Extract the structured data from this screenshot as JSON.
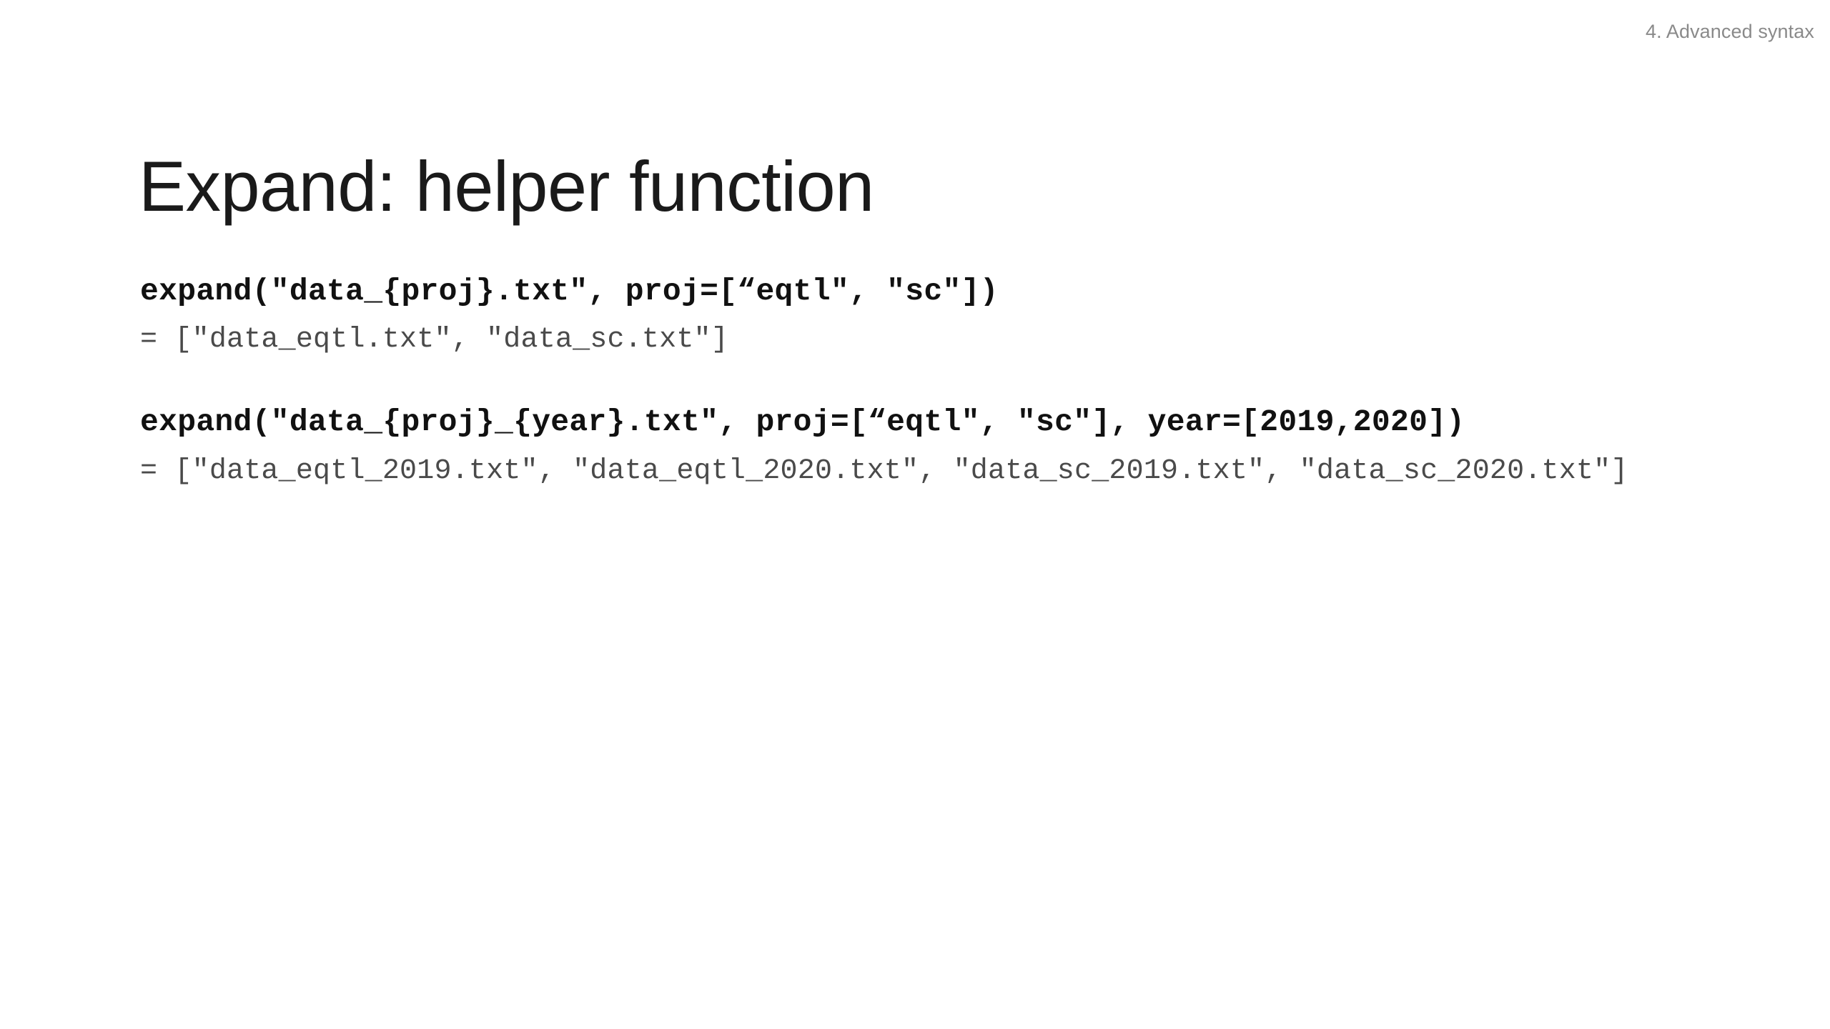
{
  "slide": {
    "section_marker": "4. Advanced syntax",
    "title": "Expand: helper function",
    "background_color": "#ffffff",
    "title_color": "#1a1a1a",
    "marker_color": "#8a8a8a",
    "code_color": "#111111",
    "result_color": "#4a4a4a",
    "examples": [
      {
        "call": "expand(\"data_{proj}.txt\", proj=[“eqtl\", \"sc\"])",
        "result": "= [\"data_eqtl.txt\", \"data_sc.txt\"]"
      },
      {
        "call": "expand(\"data_{proj}_{year}.txt\", proj=[“eqtl\", \"sc\"], year=[2019,2020])",
        "result": "= [\"data_eqtl_2019.txt\", \"data_eqtl_2020.txt\", \"data_sc_2019.txt\", \"data_sc_2020.txt\"]"
      }
    ]
  }
}
